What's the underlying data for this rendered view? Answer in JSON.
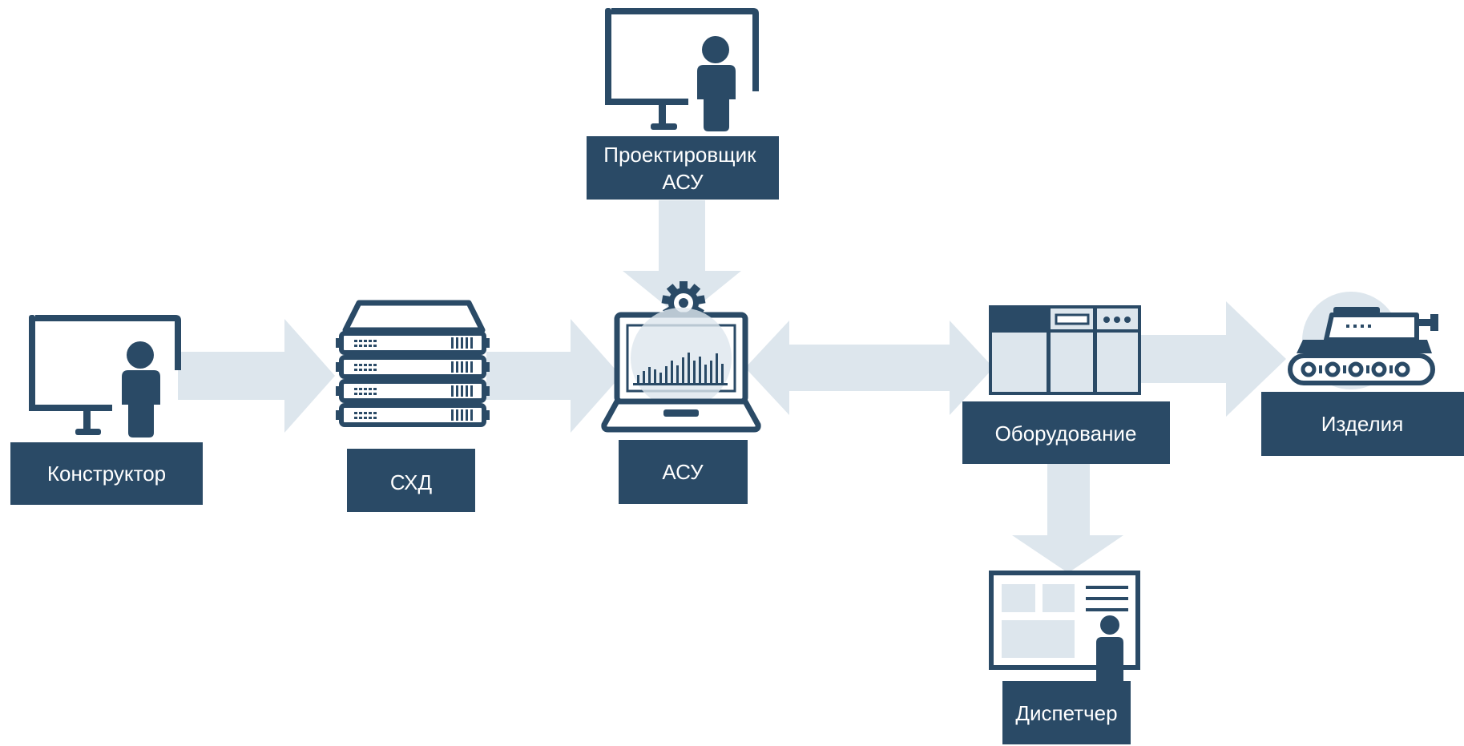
{
  "colors": {
    "primary": "#2a4a66",
    "arrow": "#dde6ed",
    "label_text": "#ffffff",
    "background": "#ffffff"
  },
  "nodes": {
    "konstruktor": {
      "label": "Конструктор",
      "icon": "monitor-with-person-icon"
    },
    "skhd": {
      "label": "СХД",
      "icon": "server-rack-icon"
    },
    "asu": {
      "label": "АСУ",
      "icon": "laptop-with-chart-and-gear-icon"
    },
    "proektirovshchik": {
      "label_line1": "Проектировщик",
      "label_line2": "АСУ",
      "icon": "monitor-with-person-icon"
    },
    "oborudovanie": {
      "label": "Оборудование",
      "icon": "equipment-cabinet-icon"
    },
    "izdeliya": {
      "label": "Изделия",
      "icon": "tank-icon"
    },
    "dispetcher": {
      "label": "Диспетчер",
      "icon": "dispatch-board-with-person-icon"
    }
  },
  "flows": [
    {
      "from": "Конструктор",
      "to": "СХД",
      "direction": "one-way"
    },
    {
      "from": "СХД",
      "to": "АСУ",
      "direction": "one-way"
    },
    {
      "from": "Проектировщик АСУ",
      "to": "АСУ",
      "direction": "one-way"
    },
    {
      "from": "АСУ",
      "to": "Оборудование",
      "direction": "two-way"
    },
    {
      "from": "Оборудование",
      "to": "Изделия",
      "direction": "one-way"
    },
    {
      "from": "Оборудование",
      "to": "Диспетчер",
      "direction": "one-way"
    }
  ]
}
